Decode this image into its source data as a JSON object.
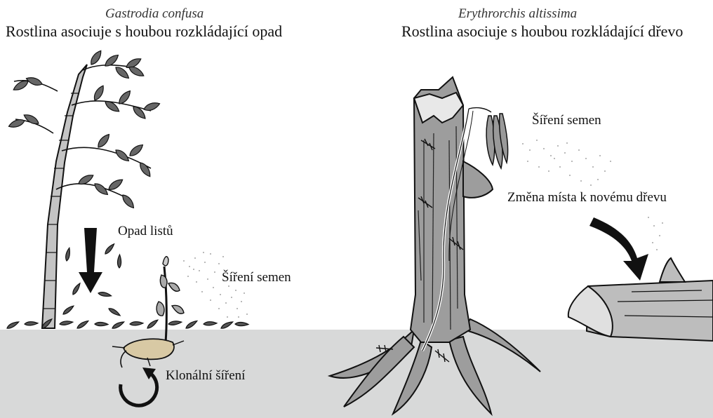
{
  "left_panel": {
    "species": "Gastrodia confusa",
    "heading": "Rostlina asociuje s houbou rozkládající opad",
    "labels": {
      "leaf_litter": "Opad listů",
      "seed_dispersal": "Šíření semen",
      "clonal_spread": "Klonální šíření"
    }
  },
  "right_panel": {
    "species": "Erythrorchis altissima",
    "heading": "Rostlina asociuje s houbou rozkládající dřevo",
    "labels": {
      "seed_dispersal": "Šíření semen",
      "move_to_new_wood": "Změna místa k novému dřevu"
    }
  },
  "colors": {
    "ground": "#d8d9d9",
    "trunk": "#9d9d9d",
    "log": "#bdbdbd",
    "tuber": "#d8c9a4",
    "outline": "#111111"
  }
}
